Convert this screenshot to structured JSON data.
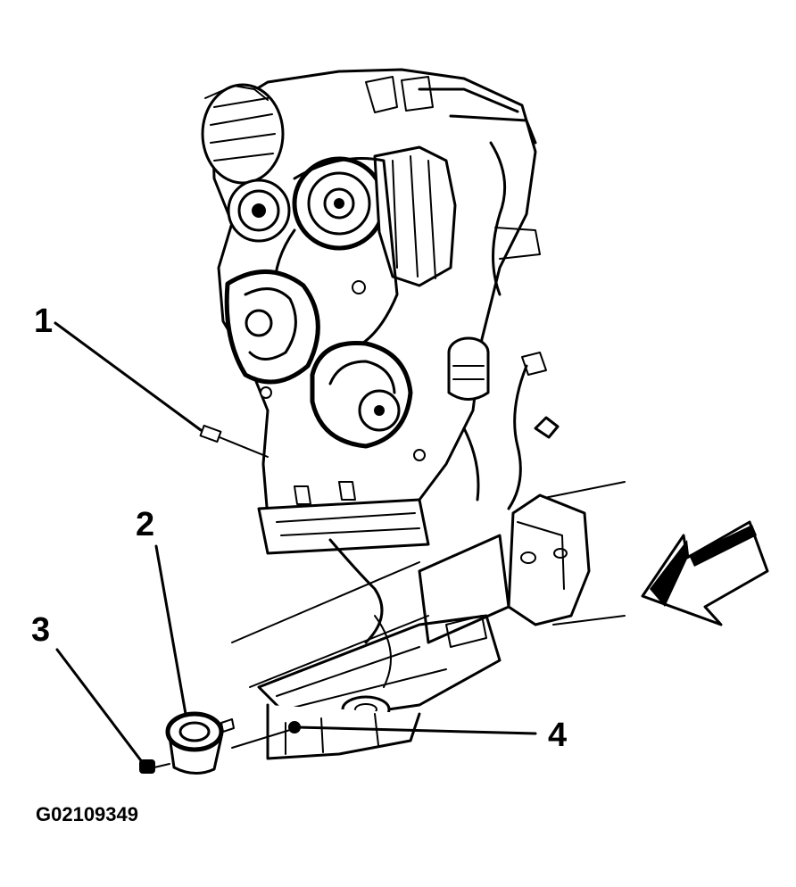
{
  "callouts": [
    {
      "label": "1"
    },
    {
      "label": "2"
    },
    {
      "label": "3"
    },
    {
      "label": "4"
    }
  ],
  "figure_id": "G02109349",
  "colors": {
    "line": "#000000",
    "background": "#ffffff"
  }
}
